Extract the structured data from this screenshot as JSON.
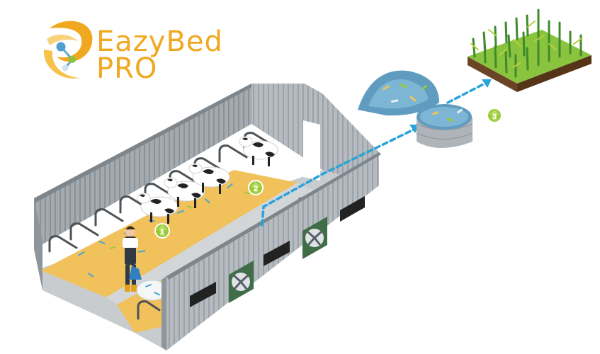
{
  "brand": {
    "line1": "EazyBed",
    "line2": "PRO",
    "color": "#f0a820",
    "icon": "swirl-molecule-logo-icon"
  },
  "steps": [
    {
      "label": "1",
      "color": "#9ac93a"
    },
    {
      "label": "2",
      "color": "#9ac93a"
    },
    {
      "label": "3",
      "color": "#9ac93a"
    }
  ],
  "colors": {
    "wall": "#9aa1a7",
    "floor": "#c9ccce",
    "straw": "#f1c25c",
    "flow_arrow": "#2aa3d8",
    "soil": "#6b4426",
    "crop": "#3f8a2b"
  }
}
